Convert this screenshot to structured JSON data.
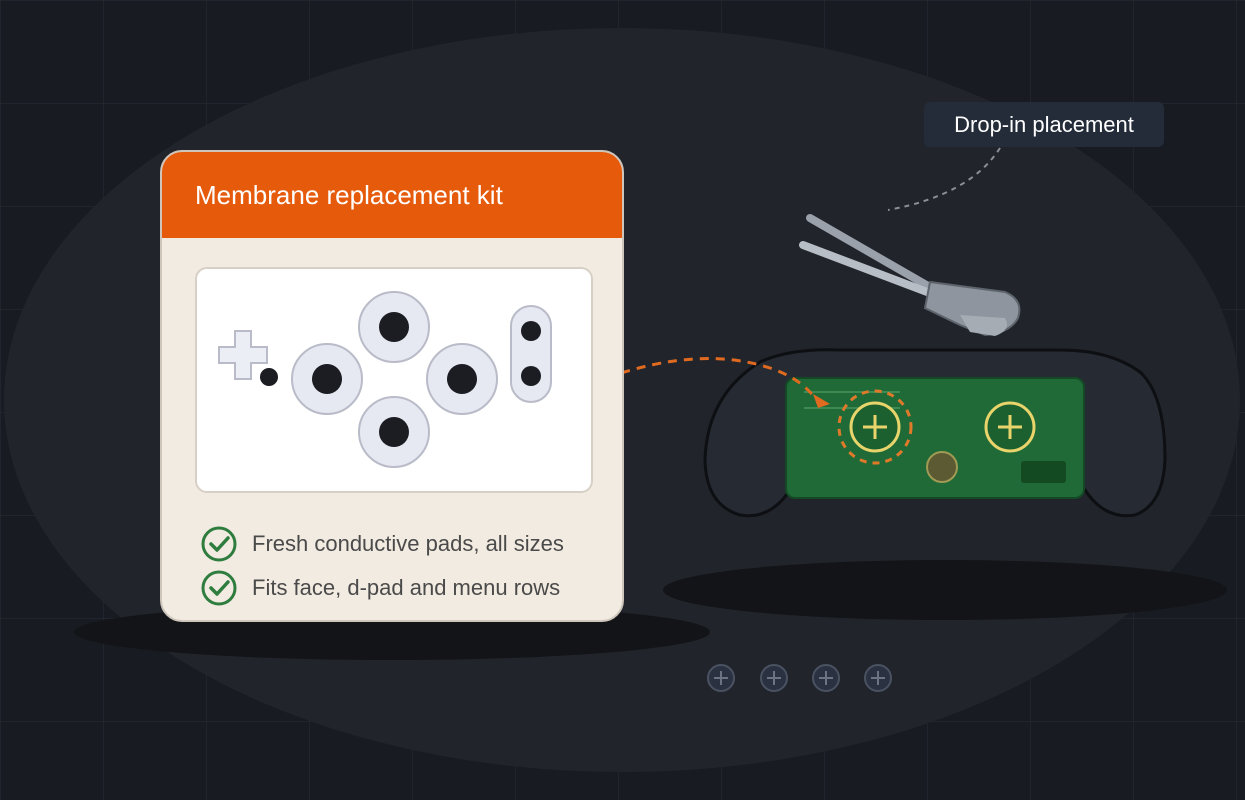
{
  "card": {
    "title": "Membrane replacement kit",
    "features": [
      {
        "text": "Fresh conductive pads, all sizes",
        "icon": "check-circle-icon"
      },
      {
        "text": "Fits face, d-pad and menu rows",
        "icon": "check-circle-icon"
      }
    ]
  },
  "tooltip": {
    "label": "Drop-in placement"
  },
  "pagination": {
    "count": 4
  },
  "colors": {
    "accent": "#e65a0c",
    "card_bg": "#f2ebe1",
    "board_green": "#1f6a37",
    "check_green": "#2e7d3e",
    "highlight_yellow": "#e8d46a",
    "background": "#181b22"
  }
}
